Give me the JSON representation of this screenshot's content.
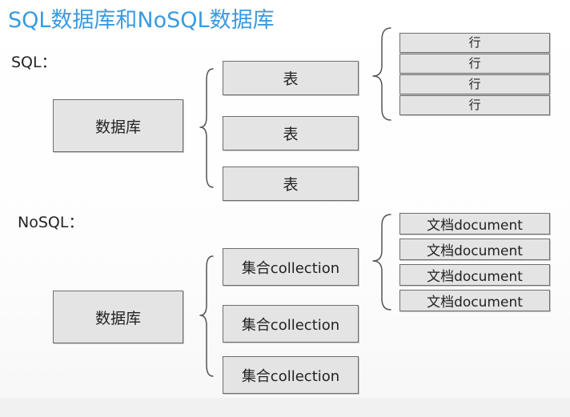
{
  "title": "SQL数据库和NoSQL数据库",
  "sql": {
    "label": "SQL：",
    "database": "数据库",
    "tables": [
      "表",
      "表",
      "表"
    ],
    "rows": [
      "行",
      "行",
      "行",
      "行"
    ]
  },
  "nosql": {
    "label": "NoSQL：",
    "database": "数据库",
    "collections": [
      "集合collection",
      "集合collection",
      "集合collection"
    ],
    "documents": [
      "文档document",
      "文档document",
      "文档document",
      "文档document"
    ]
  },
  "colors": {
    "title": "#3a9ae0",
    "box_fill": "#e4e4e4",
    "box_border": "#6e6e6e",
    "text": "#222222"
  }
}
